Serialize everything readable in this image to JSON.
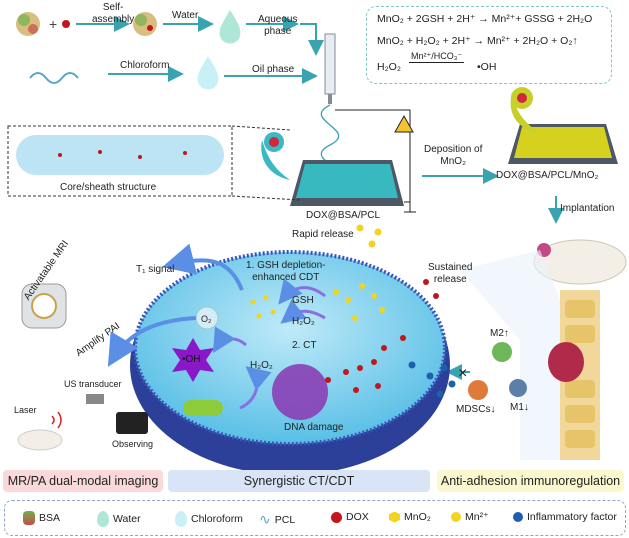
{
  "colors": {
    "accent": "#3aa3b0",
    "cell": "#7fd0ee",
    "membrane": "#2c3f99",
    "dox": "#c0161c",
    "mno2": "#f1d41e",
    "inflammatory": "#1e5fb0",
    "bar_imaging": "#fbd9da",
    "bar_therapy": "#d9e4f7",
    "bar_immuno": "#fbf8cf"
  },
  "prep": {
    "self_assembly": "Self-\nassembly",
    "water": "Water",
    "aqueous_phase": "Aqueous\nphase",
    "chloroform": "Chloroform",
    "oil_phase": "Oil phase"
  },
  "equations": [
    "MnO₂ + 2GSH + 2H⁺ → Mn²⁺+ GSSG + 2H₂O",
    "MnO₂ + H₂O₂ + 2H⁺ → Mn²⁺ + 2H₂O + O₂↑",
    "H₂O₂",
    "Mn²⁺/HCO₃⁻",
    "•OH"
  ],
  "fiber": {
    "core_sheath": "Core/sheath structure",
    "dox_bsa_pcl": "DOX@BSA/PCL",
    "deposition": "Deposition of\nMnO₂",
    "final": "DOX@BSA/PCL/MnO₂",
    "implantation": "Implantation"
  },
  "imaging": {
    "activatable_mri": "Activatable MRI",
    "t1_signal": "T₁ signal",
    "amplify_pai": "Amplify PAI",
    "us_transducer": "US transducer",
    "laser": "Laser",
    "observing": "Observing"
  },
  "cell": {
    "rapid_release": "Rapid release",
    "cdt": "1. GSH depletion-\nenhanced CDT",
    "gsh": "GSH",
    "h2o2_a": "H₂O₂",
    "ct": "2. CT",
    "o2": "O₂",
    "oh": "•OH",
    "h2o2_b": "H₂O₂",
    "dna_damage": "DNA damage",
    "sustained_release": "Sustained\nrelease"
  },
  "immune": {
    "m2": "M2↑",
    "mdscs": "MDSCs↓",
    "m1": "M1↓"
  },
  "bars": [
    "MR/PA dual-modal imaging",
    "Synergistic CT/CDT",
    "Anti-adhesion immunoregulation"
  ],
  "legend": [
    {
      "icon": "bsa-protein-icon",
      "label": "BSA"
    },
    {
      "icon": "water-drop-icon",
      "label": "Water"
    },
    {
      "icon": "chloroform-drop-icon",
      "label": "Chloroform"
    },
    {
      "icon": "pcl-wave-icon",
      "label": "PCL"
    },
    {
      "icon": "dox-sphere-icon",
      "label": "DOX"
    },
    {
      "icon": "mno2-hexagon-icon",
      "label": "MnO₂"
    },
    {
      "icon": "mn2-sphere-icon",
      "label": "Mn²⁺"
    },
    {
      "icon": "inflammatory-factor-icon",
      "label": "Inflammatory factor"
    }
  ]
}
